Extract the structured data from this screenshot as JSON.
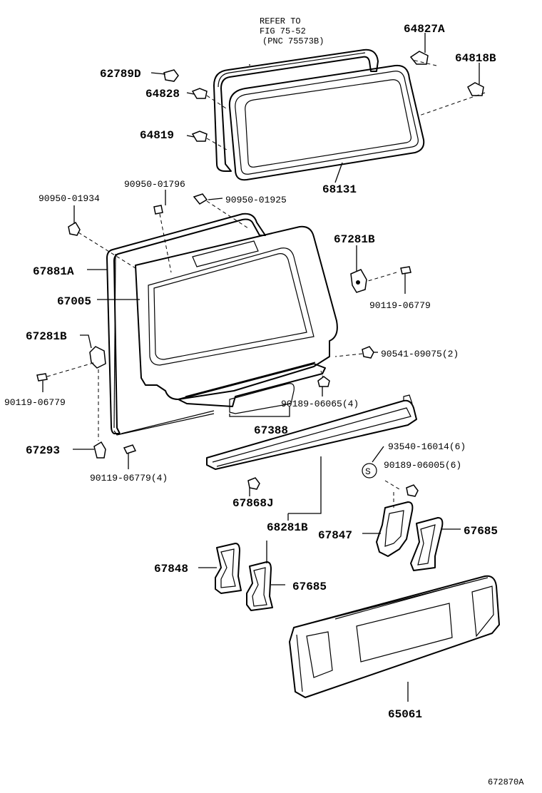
{
  "reference": {
    "line1": "REFER TO",
    "line2": "FIG 75-52",
    "line3": "(PNC 75573B)"
  },
  "labels": {
    "p64827A": "64827A",
    "p64818B": "64818B",
    "p62789D": "62789D",
    "p64828": "64828",
    "p64819": "64819",
    "p68131": "68131",
    "p90950_01796": "90950-01796",
    "p90950_01934": "90950-01934",
    "p90950_01925": "90950-01925",
    "p67281B_top": "67281B",
    "p67881A": "67881A",
    "p67005": "67005",
    "p90119_06779_r": "90119-06779",
    "p67281B_left": "67281B",
    "p90541_09075": "90541-09075(2)",
    "p90119_06779_l": "90119-06779",
    "p90189_06065": "90189-06065(4)",
    "p67388": "67388",
    "p67293": "67293",
    "p93540_16014": "93540-16014(6)",
    "p90119_06779_4": "90119-06779(4)",
    "p90189_06005": "90189-06005(6)",
    "p67868J": "67868J",
    "p68281B": "68281B",
    "p67847": "67847",
    "p67685_r": "67685",
    "p67848": "67848",
    "p67685_c": "67685",
    "p65061": "65061",
    "s_marker": "S",
    "figure_id": "672870A"
  }
}
